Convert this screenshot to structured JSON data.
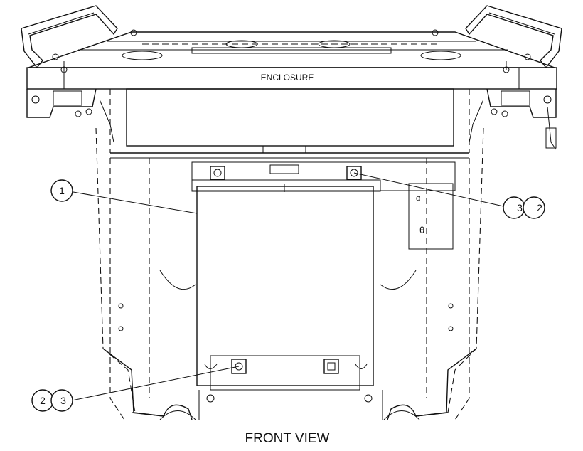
{
  "drawing": {
    "enclosure_label": "ENCLOSURE",
    "view_caption": "FRONT VIEW"
  },
  "callouts": [
    {
      "id": "callout-top-left",
      "numbers": [
        "1"
      ]
    },
    {
      "id": "callout-top-right",
      "numbers": [
        "3",
        "2"
      ]
    },
    {
      "id": "callout-bottom-left",
      "numbers": [
        "2",
        "3"
      ]
    }
  ]
}
